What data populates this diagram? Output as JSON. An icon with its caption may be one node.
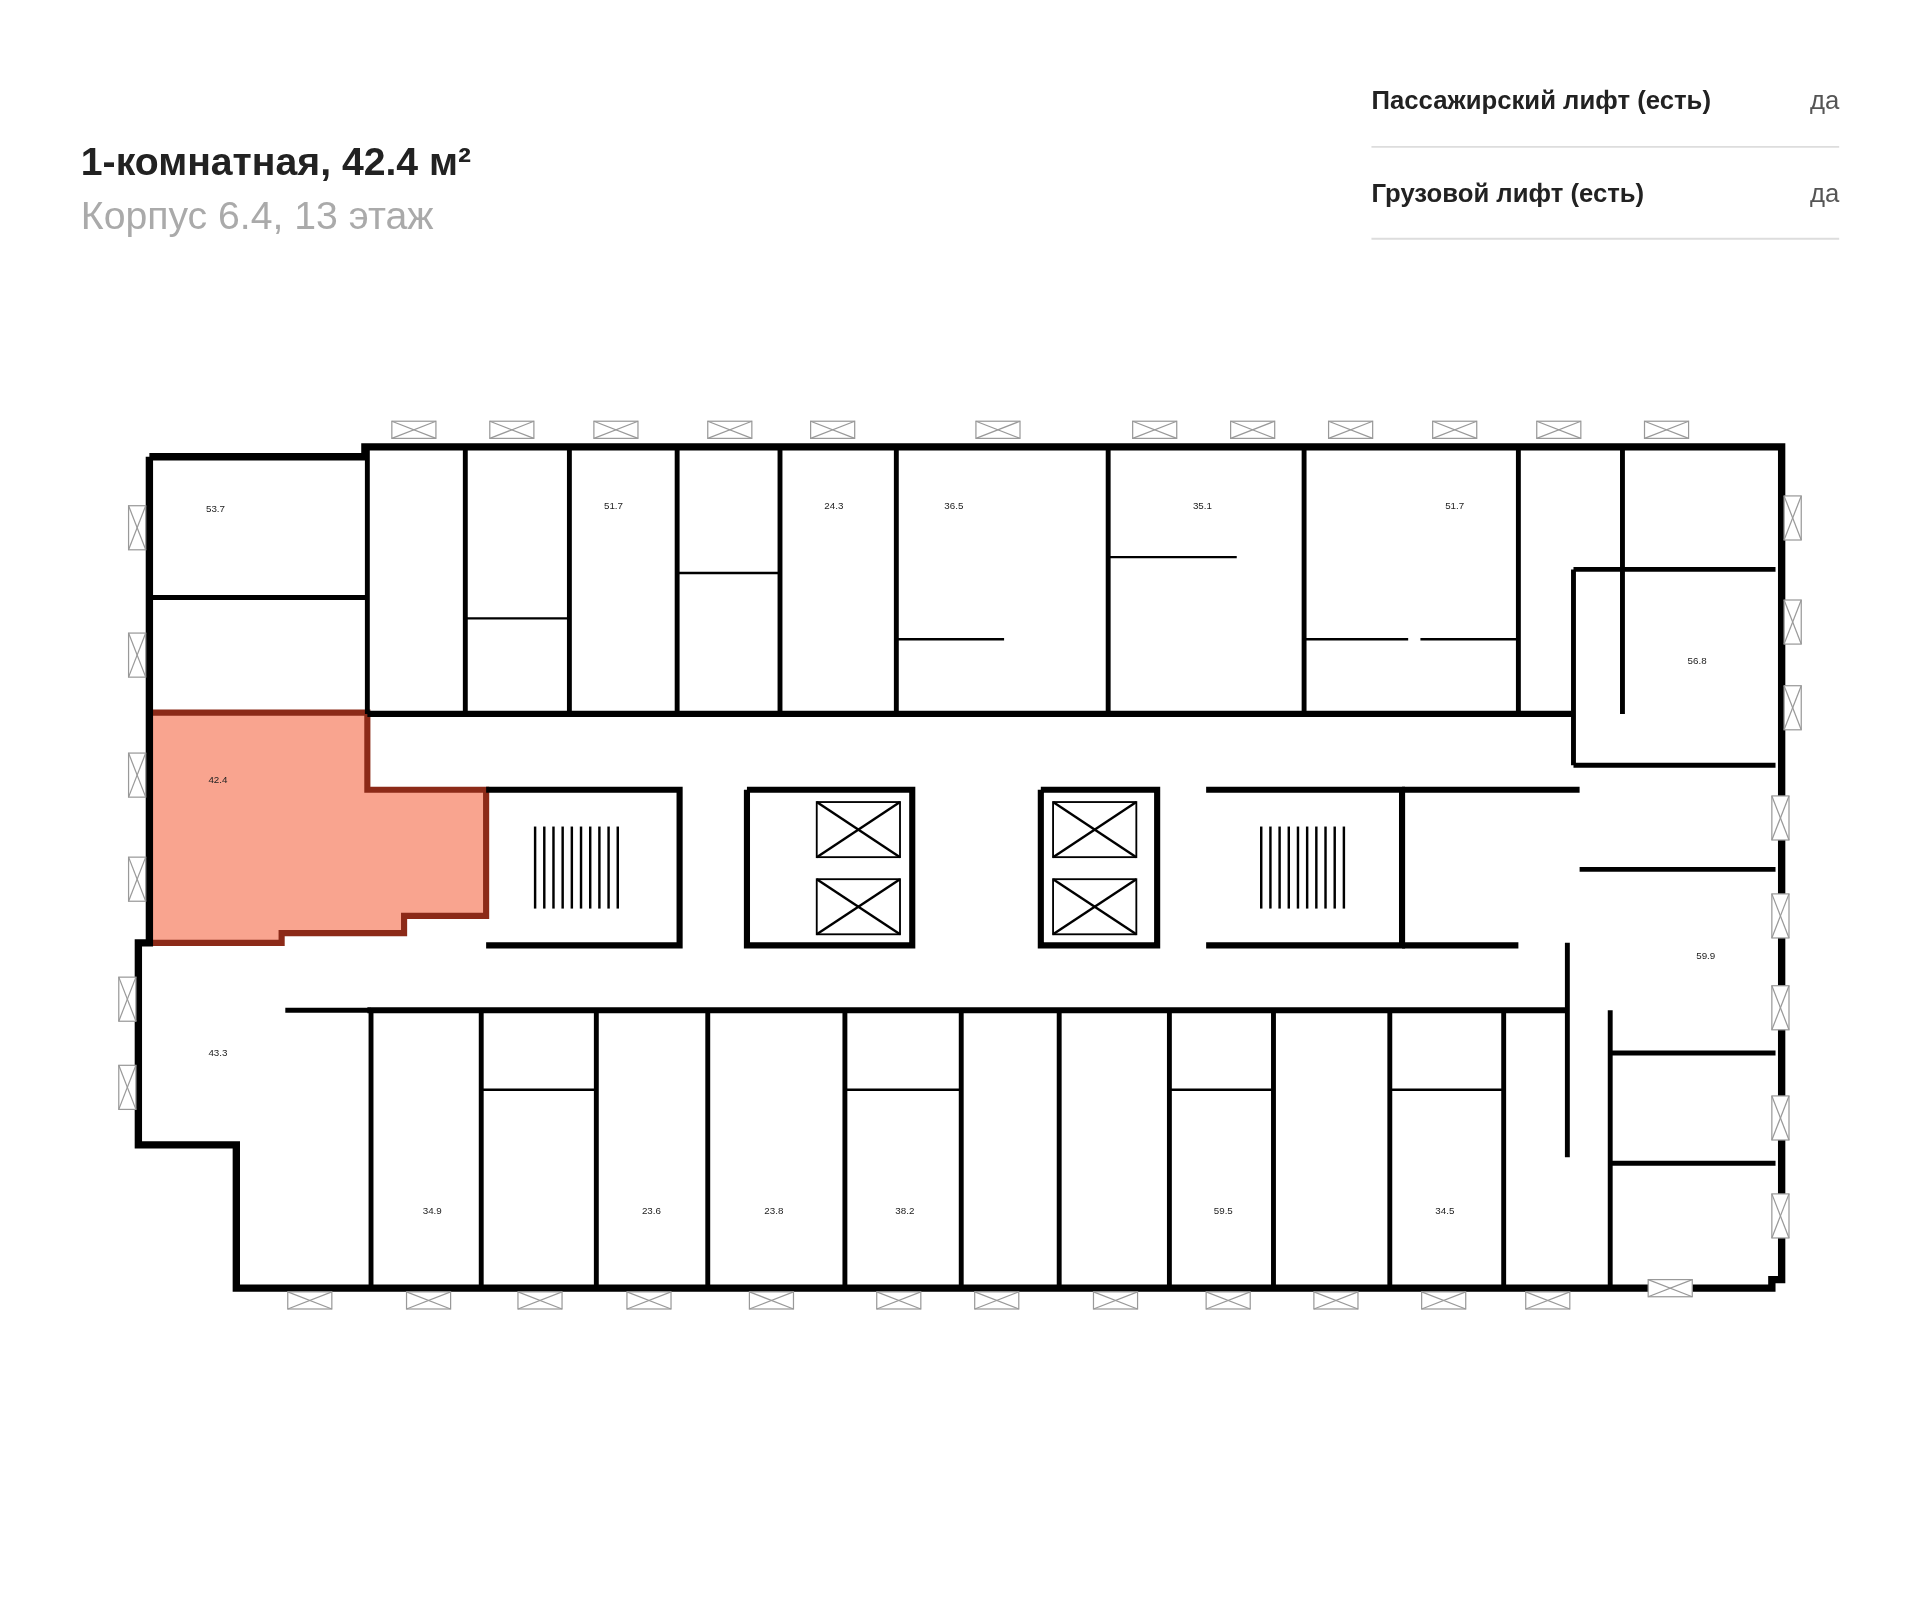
{
  "diagram": {
    "title": "1-комнатная, 42.4 м²",
    "labels": [
      "Корпус 6.4, 13 этаж",
      "Пассажирский лифт (есть)",
      "да",
      "Грузовой лифт (есть)",
      "да",
      "53.7",
      "51.7",
      "24.3",
      "36.5",
      "35.1",
      "51.7",
      "56.8",
      "42.4",
      "59.9",
      "43.3",
      "34.9",
      "23.6",
      "23.8",
      "38.2",
      "59.5",
      "34.5"
    ]
  }
}
